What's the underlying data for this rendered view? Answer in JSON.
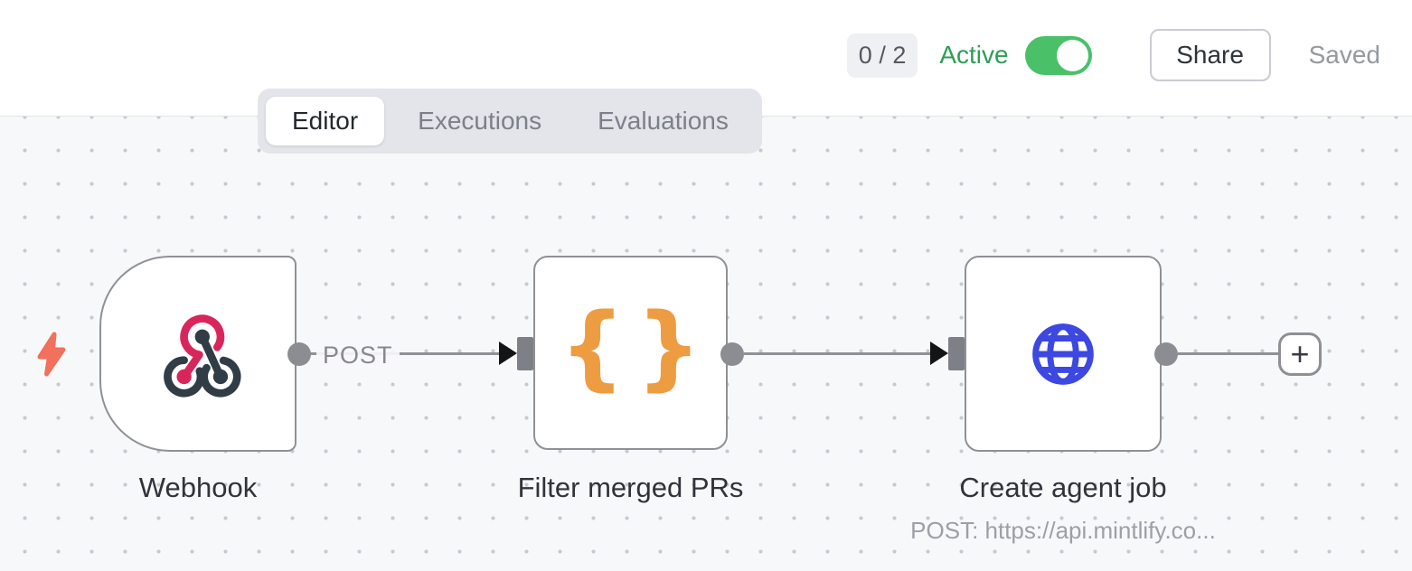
{
  "header": {
    "counter": "0 / 2",
    "active_label": "Active",
    "active_state": "on",
    "share_label": "Share",
    "saved_label": "Saved",
    "active_text_color": "#2d9e55",
    "toggle_color": "#4ac168"
  },
  "tabs": {
    "active": "Editor",
    "items": [
      {
        "label": "Editor"
      },
      {
        "label": "Executions"
      },
      {
        "label": "Evaluations"
      }
    ]
  },
  "workflow": {
    "nodes": [
      {
        "id": "webhook",
        "label": "Webhook",
        "icon": "webhook-icon",
        "icon_colors": {
          "pink": "#d8265c",
          "dark": "#303c46"
        },
        "output_label": "POST",
        "shape": "trigger-rounded-left"
      },
      {
        "id": "filter",
        "label": "Filter merged PRs",
        "icon": "code-braces-icon",
        "icon_glyph": "{}",
        "icon_color": "#ee9c41",
        "shape": "square"
      },
      {
        "id": "http",
        "label": "Create agent job",
        "subtitle": "POST: https://api.mintlify.co...",
        "icon": "globe-icon",
        "icon_color": "#3d47e1",
        "shape": "square"
      }
    ],
    "connections": [
      {
        "from": "webhook",
        "to": "filter",
        "label": "POST"
      },
      {
        "from": "filter",
        "to": "http"
      },
      {
        "from": "http",
        "to": "add-node-button"
      }
    ],
    "add_button_glyph": "+",
    "trigger_indicator": "lightning-bolt",
    "trigger_indicator_color": "#f2705c"
  },
  "canvas": {
    "background": "#f7f8fa",
    "dot_color": "#c7c9cf",
    "node_border_color": "#8f9196",
    "edge_color": "#8f9197"
  }
}
